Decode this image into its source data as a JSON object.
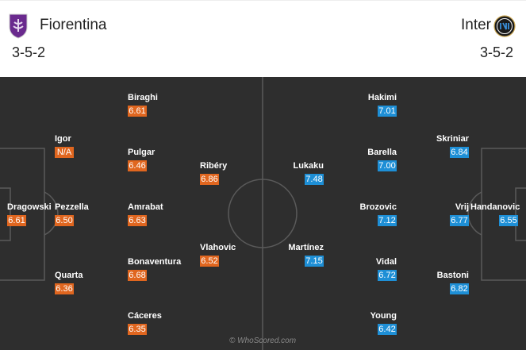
{
  "home": {
    "name": "Fiorentina",
    "formation": "3-5-2",
    "color": "#e0661f",
    "crest_icon": "fiorentina-crest-icon",
    "players": [
      {
        "name": "Dragowski",
        "rating": "6.61"
      },
      {
        "name": "Igor",
        "rating": "N/A"
      },
      {
        "name": "Pezzella",
        "rating": "6.50"
      },
      {
        "name": "Quarta",
        "rating": "6.36"
      },
      {
        "name": "Biraghi",
        "rating": "6.61"
      },
      {
        "name": "Pulgar",
        "rating": "6.46"
      },
      {
        "name": "Amrabat",
        "rating": "6.63"
      },
      {
        "name": "Bonaventura",
        "rating": "6.68"
      },
      {
        "name": "Cáceres",
        "rating": "6.35"
      },
      {
        "name": "Ribéry",
        "rating": "6.86"
      },
      {
        "name": "Vlahovic",
        "rating": "6.52"
      }
    ]
  },
  "away": {
    "name": "Inter",
    "formation": "3-5-2",
    "color": "#1e8fd6",
    "crest_icon": "inter-crest-icon",
    "players": [
      {
        "name": "Handanovic",
        "rating": "6.55"
      },
      {
        "name": "Skriniar",
        "rating": "6.84"
      },
      {
        "name": "Vrij",
        "rating": "6.77"
      },
      {
        "name": "Bastoni",
        "rating": "6.82"
      },
      {
        "name": "Hakimi",
        "rating": "7.01"
      },
      {
        "name": "Barella",
        "rating": "7.00"
      },
      {
        "name": "Brozovic",
        "rating": "7.12"
      },
      {
        "name": "Vidal",
        "rating": "6.72"
      },
      {
        "name": "Young",
        "rating": "6.42"
      },
      {
        "name": "Lukaku",
        "rating": "7.48"
      },
      {
        "name": "Martínez",
        "rating": "7.15"
      }
    ]
  },
  "watermark": "© WhoScored.com"
}
